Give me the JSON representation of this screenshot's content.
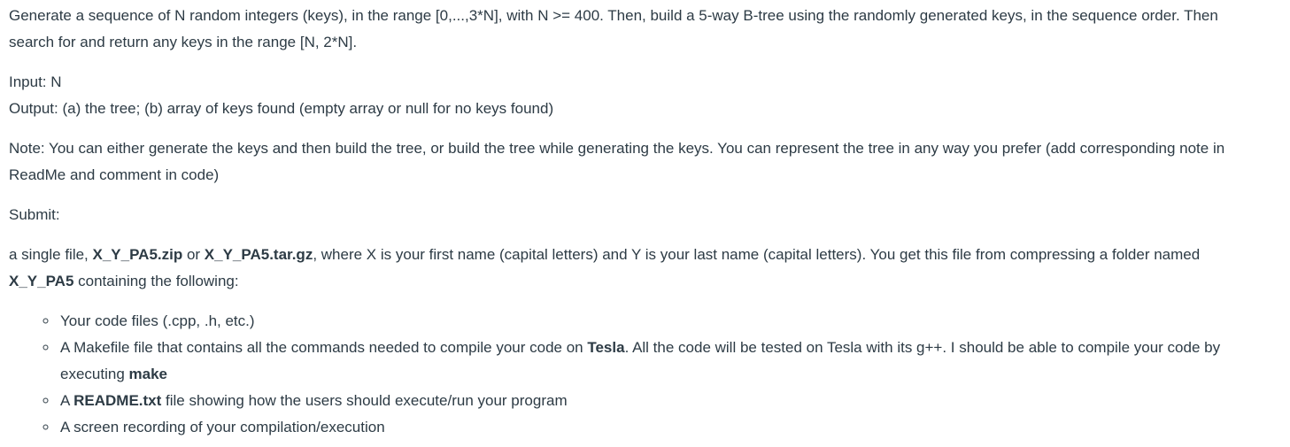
{
  "colors": {
    "text": "#2d3b45",
    "background": "#ffffff"
  },
  "content": {
    "intro": "Generate a sequence of N random integers (keys), in the range [0,...,3*N], with N >= 400. Then, build a 5-way B-tree using the randomly generated keys, in the sequence order. Then search for and return any keys in the range [N, 2*N].",
    "io": {
      "input_line": "Input: N",
      "output_line": "Output: (a) the tree; (b) array of keys found (empty array or null for no keys found)"
    },
    "note": "Note: You can either generate the keys and then build the tree, or build the tree while generating the keys. You can represent the tree in any way you prefer (add corresponding note in ReadMe and comment in code)",
    "submit_heading": "Submit:",
    "file_instruction": {
      "runs": [
        {
          "text": "a single file, ",
          "bold": false
        },
        {
          "text": "X_Y_PA5.zip",
          "bold": true
        },
        {
          "text": " or ",
          "bold": false
        },
        {
          "text": "X_Y_PA5.tar.gz",
          "bold": true
        },
        {
          "text": ", where X is your first name (capital letters) and Y is your last name (capital letters). You get this file from compressing a folder named ",
          "bold": false
        },
        {
          "text": "X_Y_PA5",
          "bold": true
        },
        {
          "text": " containing the following:",
          "bold": false
        }
      ]
    },
    "submission_items": [
      {
        "runs": [
          {
            "text": "Your code files (.cpp, .h, etc.)",
            "bold": false
          }
        ]
      },
      {
        "runs": [
          {
            "text": "A Makefile file that contains all the commands needed to compile your code on ",
            "bold": false
          },
          {
            "text": "Tesla",
            "bold": true
          },
          {
            "text": ". All the code will be tested on Tesla with its g++. I should be able to compile your code by executing ",
            "bold": false
          },
          {
            "text": "make",
            "bold": true
          }
        ]
      },
      {
        "runs": [
          {
            "text": "A ",
            "bold": false
          },
          {
            "text": "README.txt",
            "bold": true
          },
          {
            "text": " file showing how the users should execute/run your program",
            "bold": false
          }
        ]
      },
      {
        "runs": [
          {
            "text": "A screen recording of your compilation/execution",
            "bold": false
          }
        ]
      }
    ]
  }
}
